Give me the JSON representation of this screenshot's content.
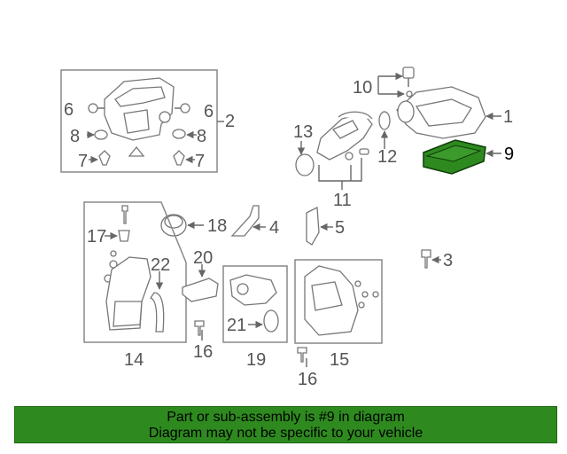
{
  "diagram": {
    "highlight_color": "#2e8a1f",
    "callouts": {
      "c1": "1",
      "c2": "2",
      "c3": "3",
      "c4": "4",
      "c5": "5",
      "c6a": "6",
      "c6b": "6",
      "c7a": "7",
      "c7b": "7",
      "c8a": "8",
      "c8b": "8",
      "c9": "9",
      "c10": "10",
      "c11": "11",
      "c12": "12",
      "c13": "13",
      "c14": "14",
      "c15": "15",
      "c16a": "16",
      "c16b": "16",
      "c17": "17",
      "c18": "18",
      "c19": "19",
      "c20": "20",
      "c21": "21",
      "c22": "22"
    }
  },
  "banner": {
    "line1": "Part or sub-assembly is #9 in diagram",
    "line2": "Diagram may not be specific to your vehicle"
  }
}
